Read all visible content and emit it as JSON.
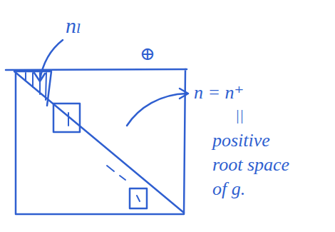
{
  "diagram": {
    "labels": [
      "nₗ",
      "⊕",
      "n = n⁺",
      "||",
      "positive root space of g."
    ]
  }
}
